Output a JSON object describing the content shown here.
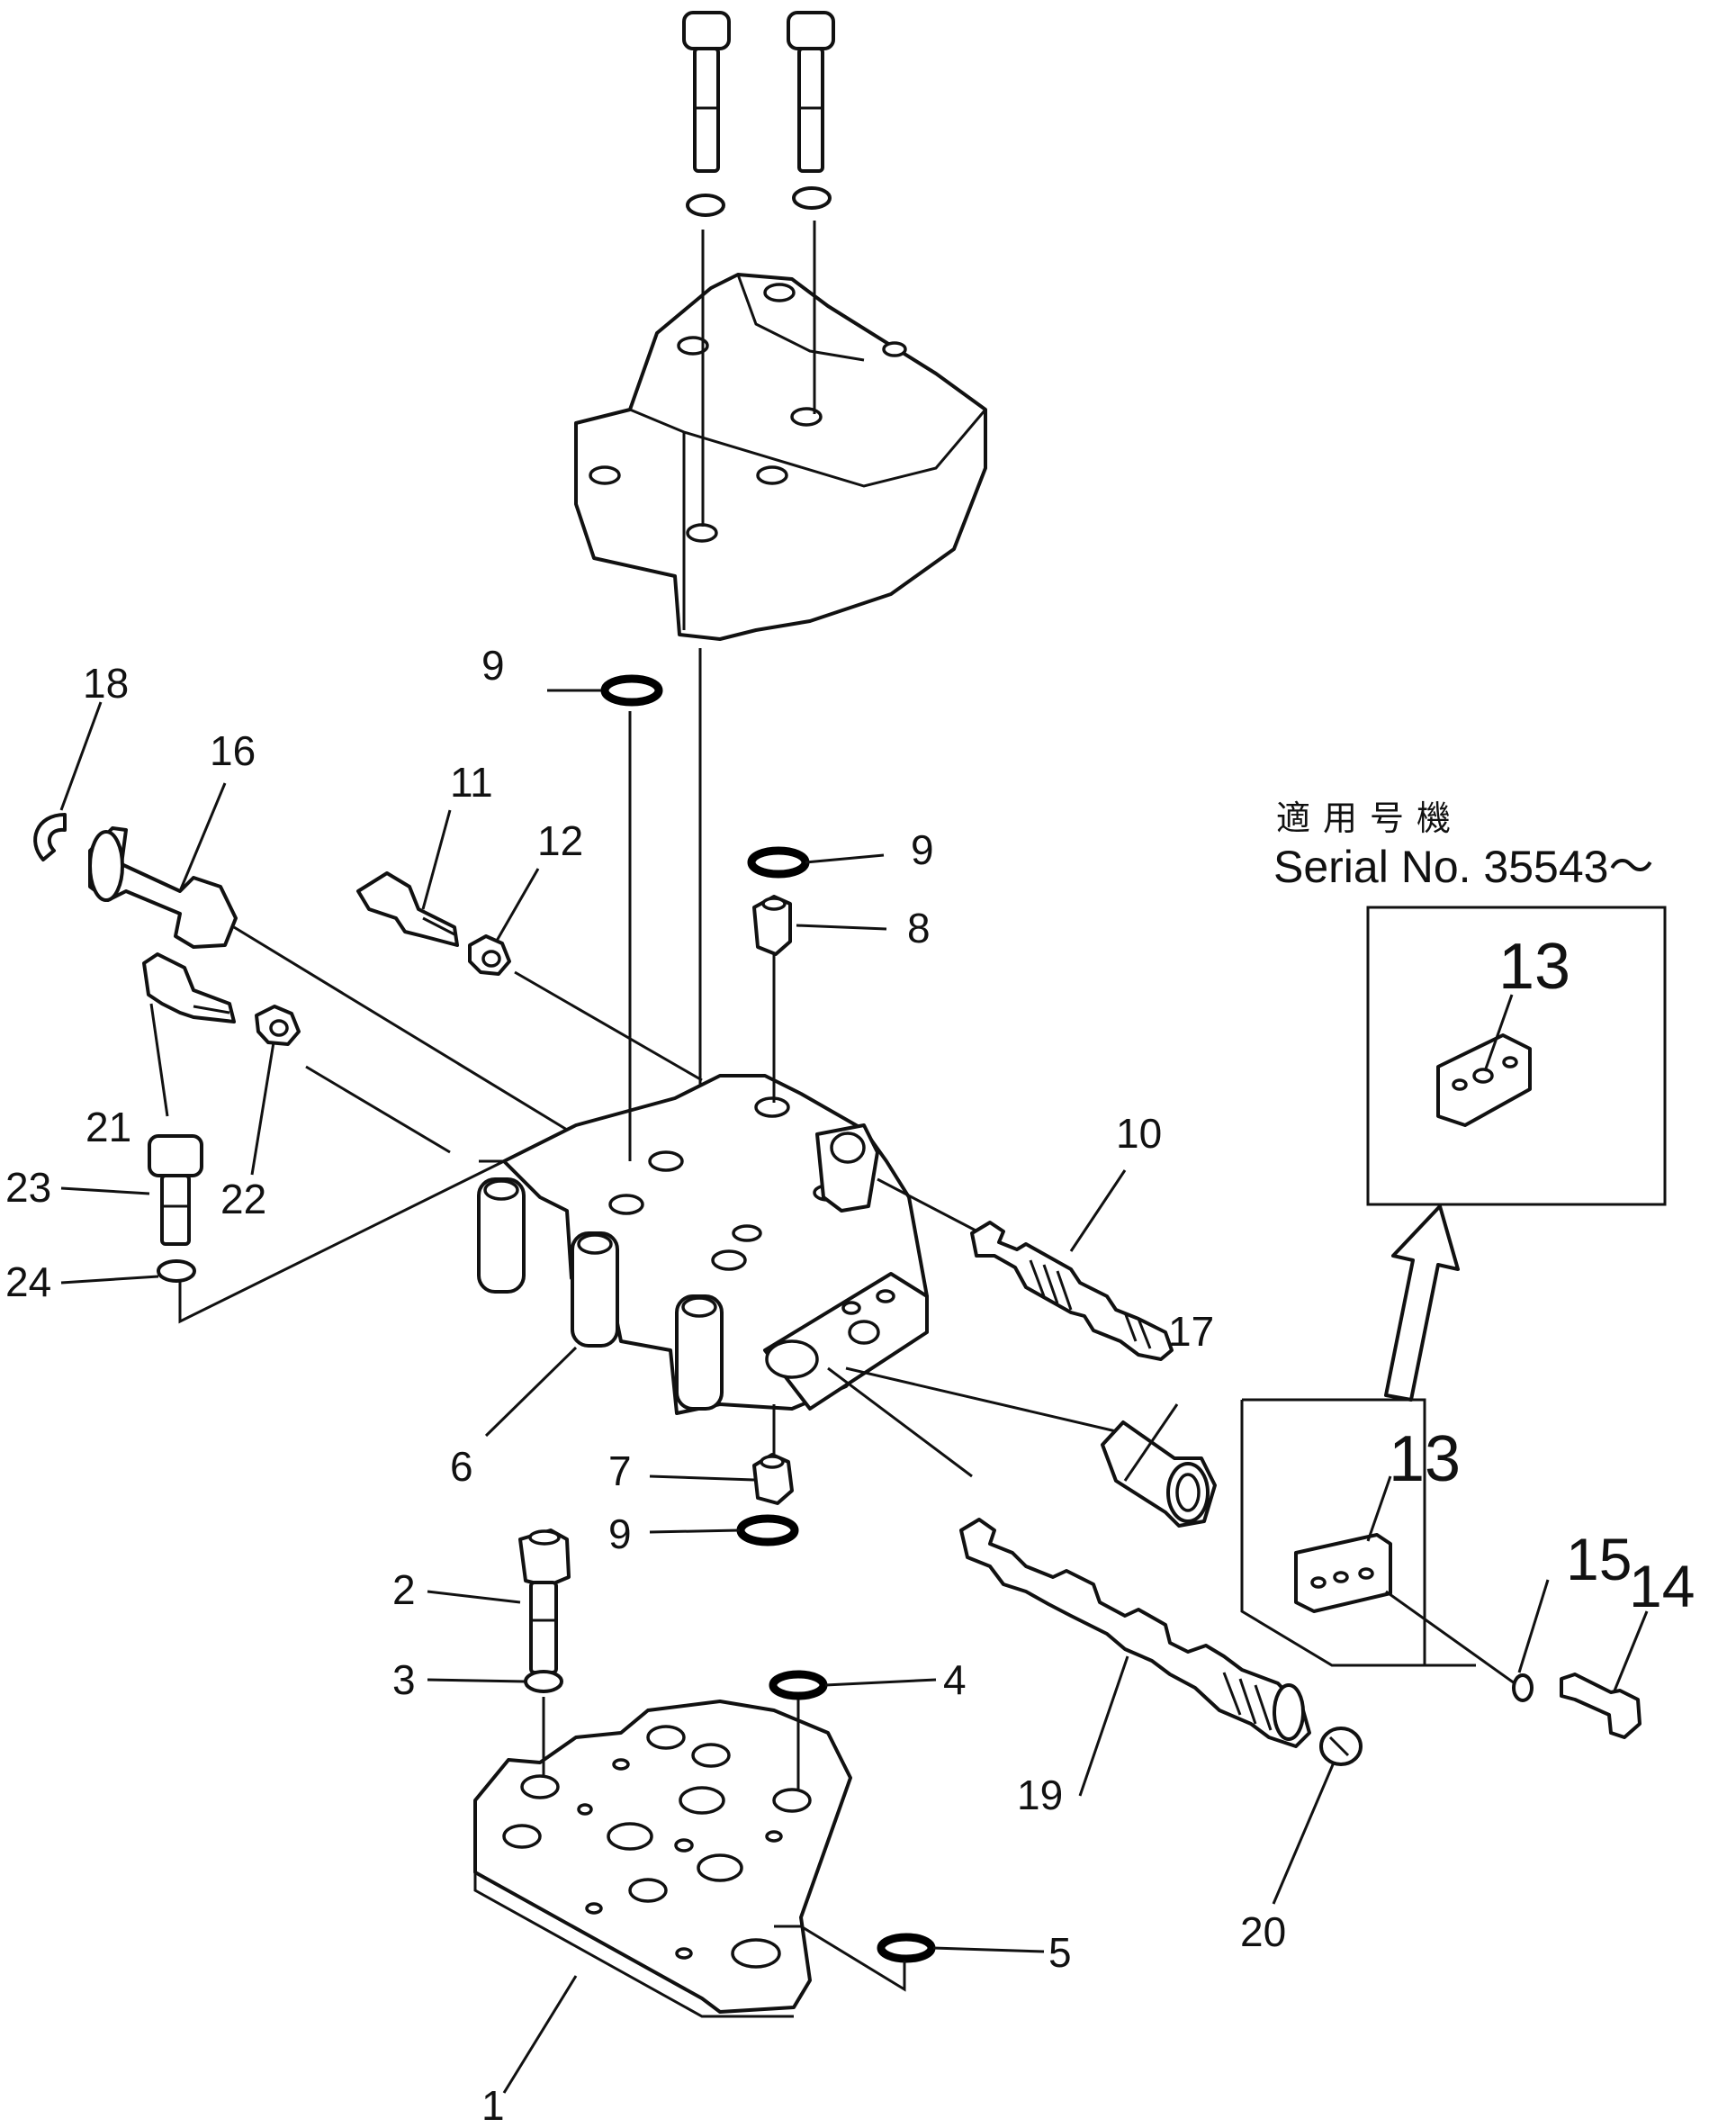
{
  "serial": {
    "japanese_label": "適用号機",
    "text": "Serial No. 35543～"
  },
  "inset": {
    "upper_label": "13",
    "lower_label": "13"
  },
  "callouts": {
    "c1": "1",
    "c2": "2",
    "c3": "3",
    "c4": "4",
    "c5": "5",
    "c6": "6",
    "c7": "7",
    "c8": "8",
    "c9a": "9",
    "c9b": "9",
    "c9c": "9",
    "c10": "10",
    "c11": "11",
    "c12": "12",
    "c14": "14",
    "c15": "15",
    "c16": "16",
    "c17": "17",
    "c18": "18",
    "c19": "19",
    "c20": "20",
    "c21": "21",
    "c22": "22",
    "c23": "23",
    "c24": "24"
  }
}
